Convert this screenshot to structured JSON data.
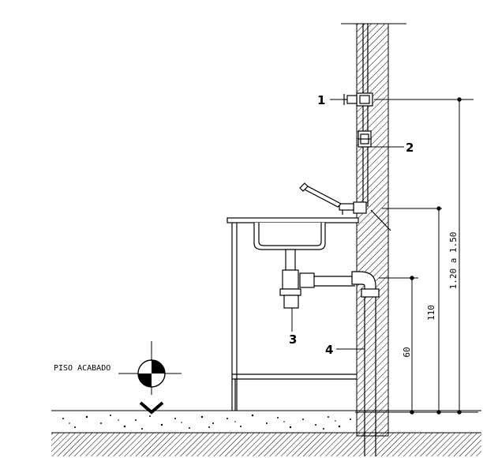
{
  "labels": {
    "item_1": "1",
    "item_2": "2",
    "item_3": "3",
    "item_4": "4",
    "floor": "PISO ACABADO"
  },
  "dimensions": {
    "d60": "60",
    "d110": "110",
    "d120_150": "1.20 a 1.50"
  },
  "colors": {
    "line": "#000000",
    "background": "#ffffff"
  },
  "icons": {
    "level_marker": "level-marker-icon",
    "arrow": "down-arrow-icon"
  }
}
